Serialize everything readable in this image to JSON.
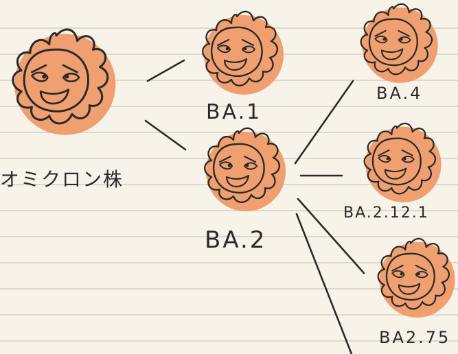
{
  "root": {
    "label": "オミクロン株"
  },
  "nodes": [
    {
      "id": "ba-1",
      "label": "BA.1"
    },
    {
      "id": "ba-2",
      "label": "BA.2"
    },
    {
      "id": "ba-4",
      "label": "BA.4"
    },
    {
      "id": "ba-2-12-1",
      "label": "BA.2.12.1"
    },
    {
      "id": "ba-2-75",
      "label": "BA2.75"
    }
  ],
  "colors": {
    "face_fill": "#f0a070",
    "ink": "#2a2a2a",
    "paper": "#f7f3e9",
    "rule_line": "#dcd8cc"
  },
  "icons": {
    "node_icon": "sunflower-face-icon"
  }
}
